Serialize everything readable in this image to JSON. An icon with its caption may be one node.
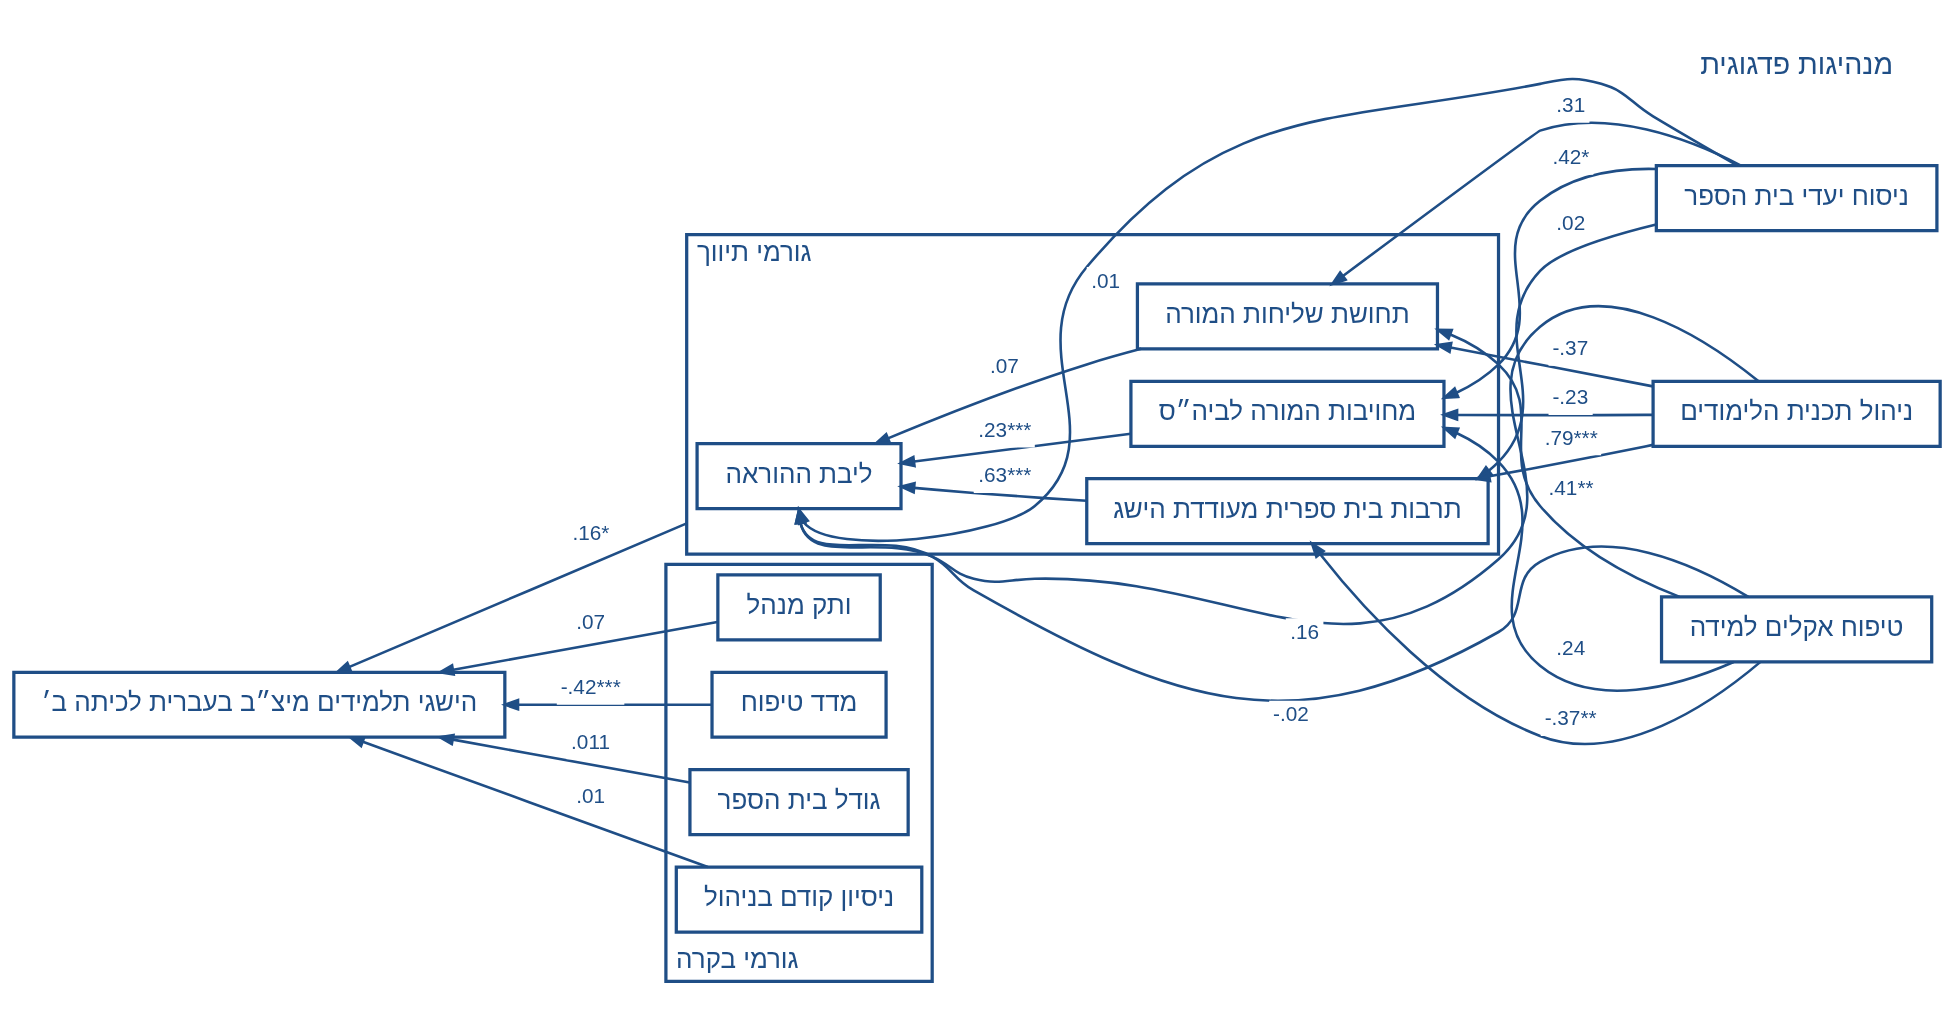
{
  "diagram": {
    "nodes": [
      {
        "text": [
          "הישגי תלמידים מיצ״ב בעברית לכיתה ב׳"
        ]
      },
      {
        "text": [
          "גורמי תיווך"
        ]
      },
      {
        "text": [
          "ליבת ההוראה"
        ],
        "in": 1
      },
      {
        "text": [
          "תחושת שליחות המורה"
        ],
        "in": 1
      },
      {
        "text": [
          "מחויבות המורה לביה״ס"
        ],
        "in": 1
      },
      {
        "text": [
          "תרבות בית ספרית מעודדת הישג"
        ],
        "in": 1
      },
      {
        "text": [
          "ניסוח יעדי בית הספר"
        ]
      },
      {
        "text": [
          "ניהול תכנית הלימודים"
        ]
      },
      {
        "text": [
          "טיפוח אקלים למידה"
        ]
      },
      {
        "text": [
          "גורמי בקרה"
        ]
      },
      {
        "text": [
          "ותק מנהל"
        ],
        "in": 9
      },
      {
        "text": [
          "מדד טיפוח"
        ],
        "in": 9
      },
      {
        "text": [
          "גודל בית הספר"
        ],
        "in": 9
      },
      {
        "text": [
          "ניסיון קודם בניהול"
        ],
        "in": 9
      }
    ],
    "edges": [
      {
        "from": 3,
        "to": 2,
        "arrow": "to",
        "label": ".07"
      },
      {
        "from": 4,
        "to": 2,
        "arrow": "to",
        "label": ".23***"
      },
      {
        "from": 5,
        "to": 2,
        "arrow": "to",
        "label": ".63***"
      },
      {
        "from": 1,
        "to": 0,
        "arrow": "to",
        "label": ".16*"
      },
      {
        "from": 6,
        "to": 3,
        "arrow": "to",
        "label": ".31"
      },
      {
        "from": 6,
        "to": 4,
        "arrow": "to",
        "label": ".42*"
      },
      {
        "from": 6,
        "to": 5,
        "arrow": "to",
        "label": ".02"
      },
      {
        "from": 7,
        "to": 3,
        "arrow": "to",
        "label": "-.37"
      },
      {
        "from": 7,
        "to": 4,
        "arrow": "to",
        "label": "-.23"
      },
      {
        "from": 7,
        "to": 5,
        "arrow": "to",
        "label": ".79***"
      },
      {
        "from": 8,
        "to": 3,
        "arrow": "to",
        "label": ".41**"
      },
      {
        "from": 8,
        "to": 4,
        "arrow": "to",
        "label": ".24"
      },
      {
        "from": 8,
        "to": 5,
        "arrow": "to",
        "label": "-.37**"
      },
      {
        "from": 8,
        "to": 2,
        "arrow": "to",
        "label": "-.02"
      },
      {
        "from": 7,
        "to": 2,
        "arrow": "to",
        "label": ".16"
      },
      {
        "from": 6,
        "to": 2,
        "arrow": "to",
        "label": ".01"
      },
      {
        "from": 10,
        "to": 0,
        "arrow": "to",
        "label": ".07"
      },
      {
        "from": 11,
        "to": 0,
        "arrow": "to",
        "label": "-.42***"
      },
      {
        "from": 12,
        "to": 0,
        "arrow": "to",
        "label": ".011"
      },
      {
        "from": 13,
        "to": 0,
        "arrow": "to",
        "label": ".01"
      }
    ],
    "labels": [
      "מנהיגות פדגוגית"
    ]
  }
}
